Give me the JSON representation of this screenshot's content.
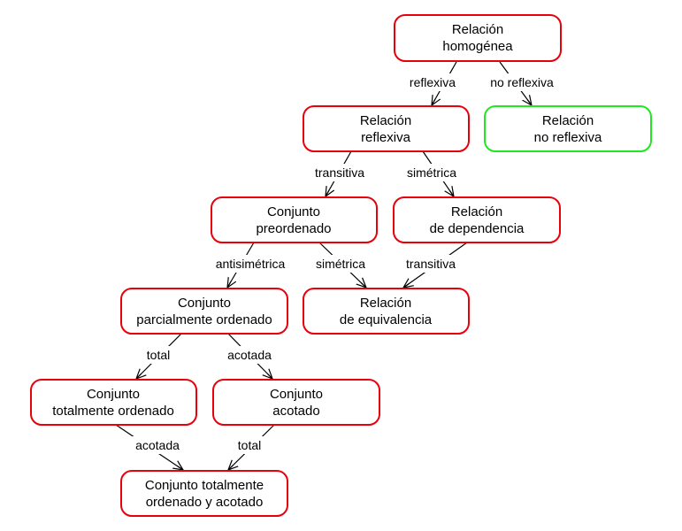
{
  "colors": {
    "default_border": "#e8000b",
    "highlight_border": "#1ee81e",
    "edge": "#000000"
  },
  "nodes": {
    "homogenea": [
      "Relación",
      "homogénea"
    ],
    "reflexiva": [
      "Relación",
      "reflexiva"
    ],
    "no_reflexiva": [
      "Relación",
      "no reflexiva"
    ],
    "preordenado": [
      "Conjunto",
      "preordenado"
    ],
    "dependencia": [
      "Relación",
      "de dependencia"
    ],
    "parcial": [
      "Conjunto",
      "parcialmente ordenado"
    ],
    "equivalencia": [
      "Relación",
      "de equivalencia"
    ],
    "total": [
      "Conjunto",
      "totalmente ordenado"
    ],
    "acotado": [
      "Conjunto",
      "acotado"
    ],
    "total_acotado": [
      "Conjunto totalmente",
      "ordenado y acotado"
    ]
  },
  "edges": {
    "homogenea_reflexiva": "reflexiva",
    "homogenea_no_reflexiva": "no reflexiva",
    "reflexiva_preordenado": "transitiva",
    "reflexiva_dependencia": "simétrica",
    "preordenado_parcial": "antisimétrica",
    "preordenado_equivalencia": "simétrica",
    "dependencia_equivalencia": "transitiva",
    "parcial_total": "total",
    "parcial_acotado": "acotada",
    "total_total_acotado": "acotada",
    "acotado_total_acotado": "total"
  }
}
